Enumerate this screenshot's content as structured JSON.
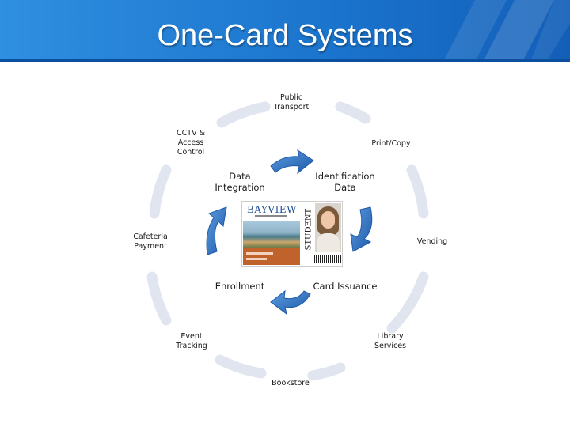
{
  "header": {
    "title": "One-Card Systems"
  },
  "outer_ring": [
    {
      "id": "public-transport",
      "label": "Public\nTransport"
    },
    {
      "id": "print-copy",
      "label": "Print/Copy"
    },
    {
      "id": "vending",
      "label": "Vending"
    },
    {
      "id": "library-services",
      "label": "Library\nServices"
    },
    {
      "id": "bookstore",
      "label": "Bookstore"
    },
    {
      "id": "event-tracking",
      "label": "Event\nTracking"
    },
    {
      "id": "cafeteria-payment",
      "label": "Cafeteria\nPayment"
    },
    {
      "id": "cctv-access-control",
      "label": "CCTV &\nAccess\nControl"
    }
  ],
  "inner_cycle": [
    {
      "id": "data-integration",
      "label": "Data\nIntegration"
    },
    {
      "id": "identification-data",
      "label": "Identification\nData"
    },
    {
      "id": "card-issuance",
      "label": "Card Issuance"
    },
    {
      "id": "enrollment",
      "label": "Enrollment"
    }
  ],
  "id_card": {
    "school": "BAYVIEW",
    "role": "STUDENT"
  },
  "colors": {
    "header_blue": "#1a73cc",
    "ring_segment": "#e1e5ef",
    "arrow_blue": "#3b7ccc",
    "arrow_dark": "#1f5aa8"
  }
}
